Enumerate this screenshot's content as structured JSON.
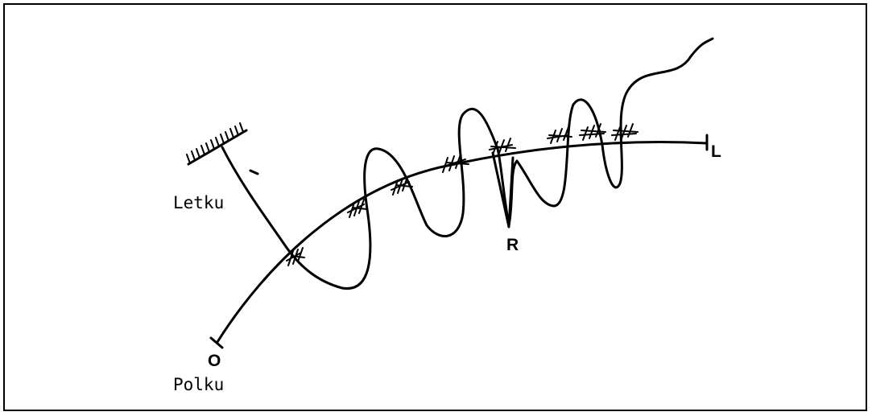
{
  "diagram": {
    "labels": {
      "letku": "Letku",
      "polku": "Polku",
      "point_o": "O",
      "point_r": "R",
      "point_l": "L"
    },
    "colors": {
      "ink": "#000000",
      "background": "#ffffff"
    }
  }
}
